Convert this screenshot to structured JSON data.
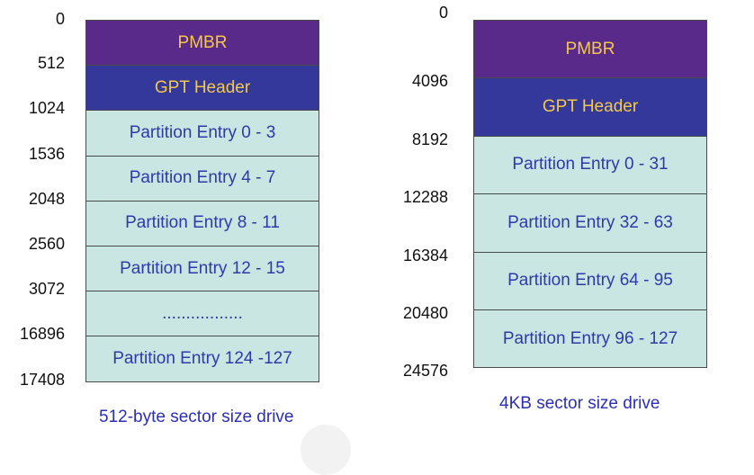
{
  "left_diagram": {
    "offsets": [
      "0",
      "512",
      "1024",
      "1536",
      "2048",
      "2560",
      "3072",
      "16896",
      "17408"
    ],
    "blocks": [
      {
        "label": "PMBR",
        "kind": "pmbr"
      },
      {
        "label": "GPT Header",
        "kind": "gpt"
      },
      {
        "label": "Partition Entry 0 - 3",
        "kind": "entry"
      },
      {
        "label": "Partition Entry 4 - 7",
        "kind": "entry"
      },
      {
        "label": "Partition Entry 8 - 11",
        "kind": "entry"
      },
      {
        "label": "Partition Entry 12 - 15",
        "kind": "entry"
      },
      {
        "label": ".................",
        "kind": "entry"
      },
      {
        "label": "Partition Entry 124 -127",
        "kind": "entry"
      }
    ],
    "caption": "512-byte sector size drive"
  },
  "right_diagram": {
    "offsets": [
      "0",
      "4096",
      "8192",
      "12288",
      "16384",
      "20480",
      "24576"
    ],
    "blocks": [
      {
        "label": "PMBR",
        "kind": "pmbr"
      },
      {
        "label": "GPT Header",
        "kind": "gpt"
      },
      {
        "label": "Partition Entry 0 - 31",
        "kind": "entry"
      },
      {
        "label": "Partition Entry 32 - 63",
        "kind": "entry"
      },
      {
        "label": "Partition Entry 64 - 95",
        "kind": "entry"
      },
      {
        "label": "Partition Entry 96 - 127",
        "kind": "entry"
      }
    ],
    "caption": "4KB sector size drive"
  },
  "colors": {
    "pmbr": "#5a2a8a",
    "gpt_header": "#34389a",
    "partition_entry": "#c9e6e3",
    "header_text": "#f3c84b",
    "entry_text": "#2f3aa8",
    "caption_text": "#2c2fb4"
  }
}
